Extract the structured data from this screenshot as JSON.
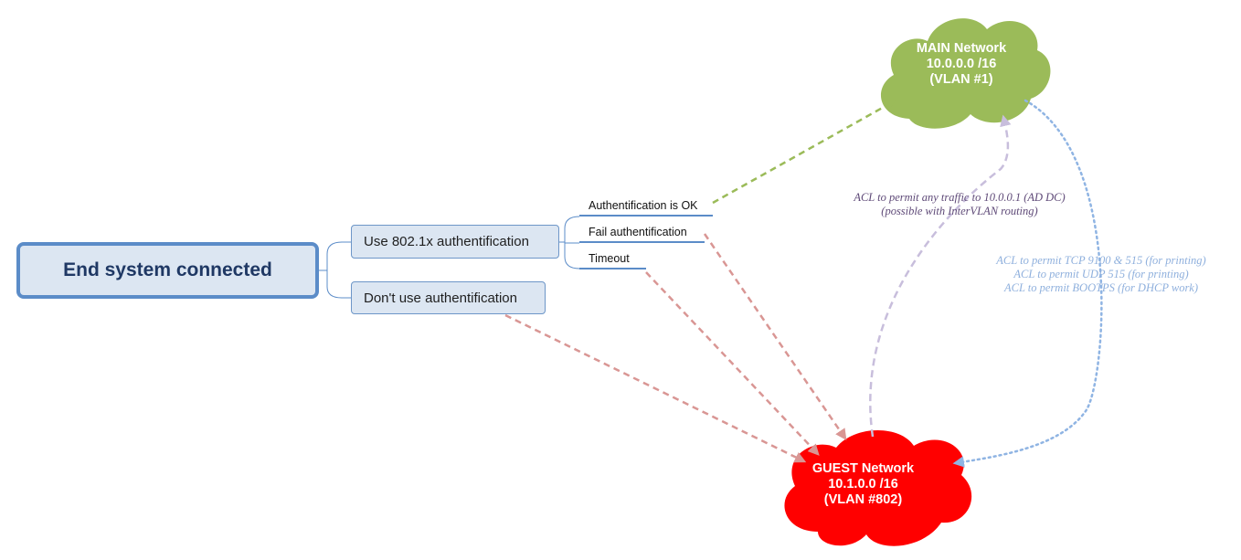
{
  "root": {
    "label": "End system connected"
  },
  "branches": [
    {
      "label": "Use 802.1x authentification"
    },
    {
      "label": "Don't use authentification"
    }
  ],
  "leaves": [
    {
      "label": "Authentification is OK"
    },
    {
      "label": "Fail authentification"
    },
    {
      "label": "Timeout"
    }
  ],
  "networks": {
    "main": {
      "name": "MAIN Network",
      "subnet": "10.0.0.0 /16",
      "vlan": "(VLAN #1)",
      "color": "#9bbb59"
    },
    "guest": {
      "name": "GUEST Network",
      "subnet": "10.1.0.0 /16",
      "vlan": "(VLAN #802)",
      "color": "#ff0000"
    }
  },
  "acl_to_main": {
    "line1": "ACL to permit any traffic to 10.0.0.1 (AD DC)",
    "line2": "(possible with InterVLAN routing)"
  },
  "acl_to_guest": {
    "line1": "ACL to permit TCP 9100 & 515 (for printing)",
    "line2": "ACL to permit UDP 515 (for printing)",
    "line3": "ACL to permit BOOTPS (for DHCP work)"
  },
  "colors": {
    "node_border": "#5b8cc8",
    "node_fill": "#dce6f2",
    "edge_ok": "#9bbb59",
    "edge_guest": "#d99694",
    "edge_acl_main": "#c8bedc",
    "edge_acl_guest": "#8fb4e3"
  }
}
